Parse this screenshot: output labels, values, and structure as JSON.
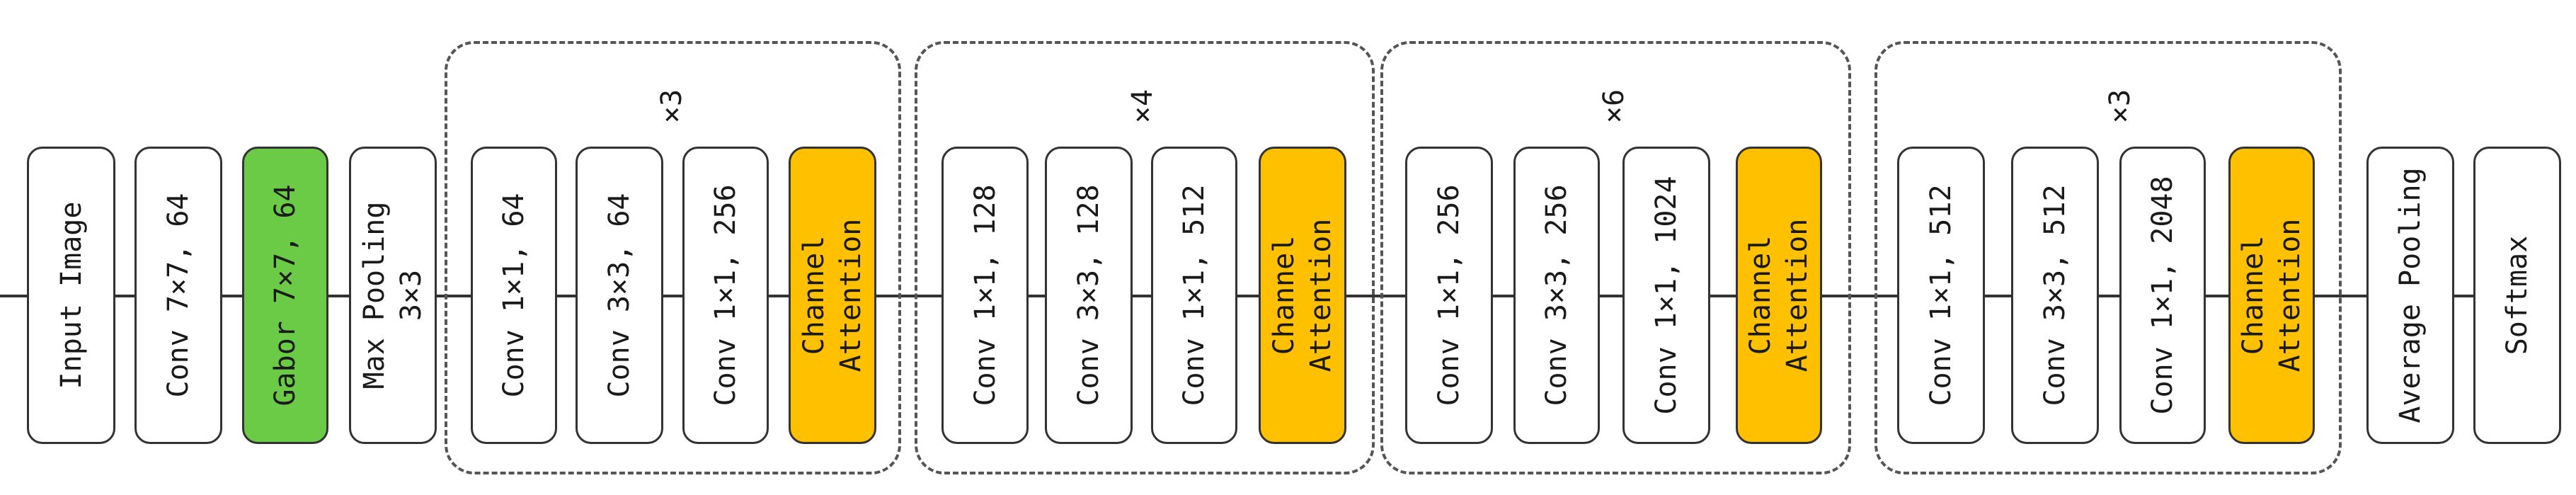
{
  "diagram": {
    "colors": {
      "gabor": "#6ccb46",
      "attention": "#ffc000",
      "block": "#ffffff",
      "stroke": "#333333"
    },
    "blocks": [
      {
        "text": "Input Image",
        "style": "plain"
      },
      {
        "text": "Conv 7×7, 64",
        "style": "plain"
      },
      {
        "text": "Gabor 7×7, 64",
        "style": "green"
      },
      {
        "text": "Max Pooling\n3×3",
        "style": "plain"
      },
      {
        "text": "Conv 1×1, 64",
        "style": "plain"
      },
      {
        "text": "Conv 3×3, 64",
        "style": "plain"
      },
      {
        "text": "Conv 1×1, 256",
        "style": "plain"
      },
      {
        "text": "Channel\nAttention",
        "style": "orange"
      },
      {
        "text": "Conv 1×1, 128",
        "style": "plain"
      },
      {
        "text": "Conv 3×3, 128",
        "style": "plain"
      },
      {
        "text": "Conv 1×1, 512",
        "style": "plain"
      },
      {
        "text": "Channel\nAttention",
        "style": "orange"
      },
      {
        "text": "Conv 1×1, 256",
        "style": "plain"
      },
      {
        "text": "Conv 3×3, 256",
        "style": "plain"
      },
      {
        "text": "Conv 1×1, 1024",
        "style": "plain"
      },
      {
        "text": "Channel\nAttention",
        "style": "orange"
      },
      {
        "text": "Conv 1×1, 512",
        "style": "plain"
      },
      {
        "text": "Conv 3×3, 512",
        "style": "plain"
      },
      {
        "text": "Conv 1×1, 2048",
        "style": "plain"
      },
      {
        "text": "Channel\nAttention",
        "style": "orange"
      },
      {
        "text": "Average Pooling",
        "style": "plain"
      },
      {
        "text": "Softmax",
        "style": "plain"
      }
    ],
    "groups": [
      {
        "repeat": "×3"
      },
      {
        "repeat": "×4"
      },
      {
        "repeat": "×6"
      },
      {
        "repeat": "×3"
      }
    ]
  }
}
